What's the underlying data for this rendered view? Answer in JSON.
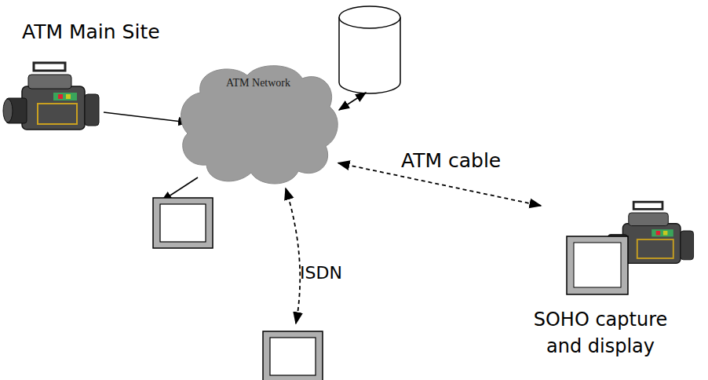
{
  "diagram": {
    "nodes": [
      {
        "text": [
          "ATM Network"
        ]
      },
      {
        "text": [
          "SOHO capture and display"
        ]
      }
    ],
    "edges": [
      {
        "from": 0,
        "to": 1,
        "label": "ATM cable",
        "arrow": "both"
      }
    ],
    "labels": [
      "ATM Main Site",
      "ISDN"
    ]
  }
}
